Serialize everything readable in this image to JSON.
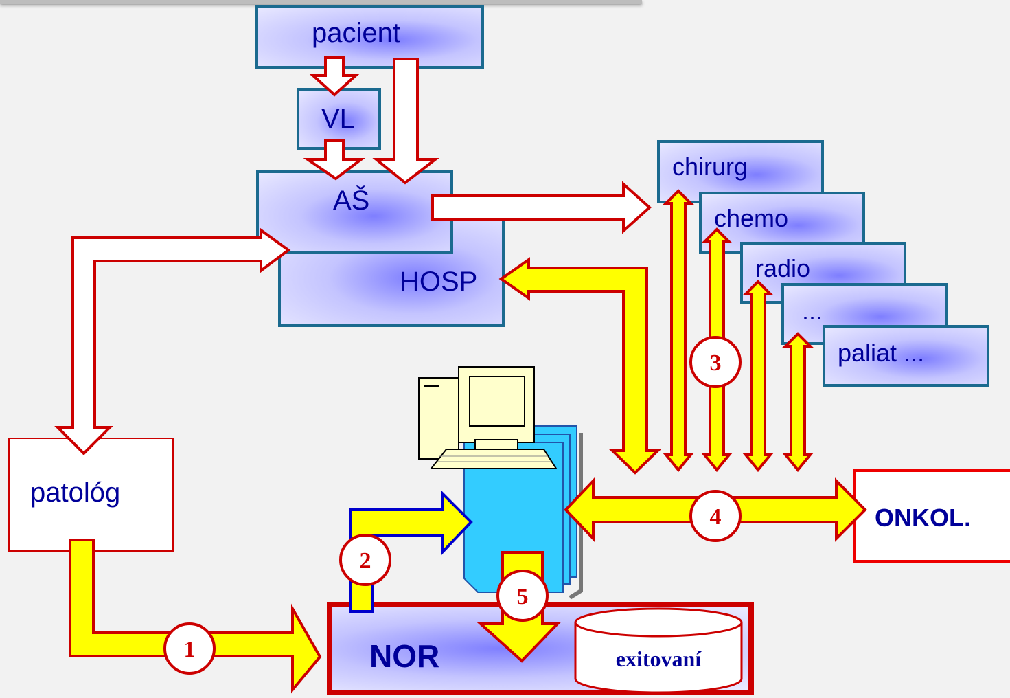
{
  "nodes": {
    "pacient": "pacient",
    "vl": "VL",
    "as": "AŠ",
    "hosp": "HOSP",
    "chirurg": "chirurg",
    "chemo": "chemo",
    "radio": "radio",
    "more": "...",
    "paliat": "paliat ...",
    "patolog": "patológ",
    "nor": "NOR",
    "exitovani": "exitovaní",
    "onkol": "ONKOL."
  },
  "steps": [
    "1",
    "2",
    "3",
    "4",
    "5"
  ],
  "colors": {
    "box_border": "#1b6a8f",
    "box_text": "#000099",
    "arrow_yellow": "#ffff00",
    "arrow_outline": "#cc0000",
    "nor_border": "#cc0000",
    "screen_bg": "#f2f2f2"
  }
}
